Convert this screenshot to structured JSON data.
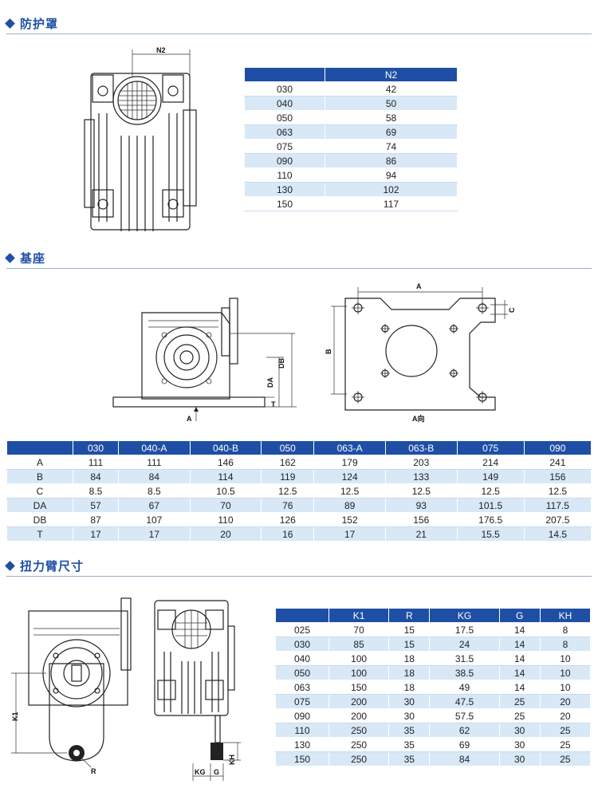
{
  "sections": {
    "guard": {
      "title": "防护罩"
    },
    "base": {
      "title": "基座"
    },
    "torque_arm": {
      "title": "扭力臂尺寸"
    }
  },
  "guard_drawing": {
    "dim_label": "N2"
  },
  "guard_table": {
    "header": [
      "",
      "N2"
    ],
    "rows": [
      [
        "030",
        "42"
      ],
      [
        "040",
        "50"
      ],
      [
        "050",
        "58"
      ],
      [
        "063",
        "69"
      ],
      [
        "075",
        "74"
      ],
      [
        "090",
        "86"
      ],
      [
        "110",
        "94"
      ],
      [
        "130",
        "102"
      ],
      [
        "150",
        "117"
      ]
    ]
  },
  "base_drawing": {
    "labels": {
      "A": "A",
      "B": "B",
      "C": "C",
      "DA": "DA",
      "DB": "DB",
      "T": "T",
      "arrow": "A",
      "view": "A向"
    }
  },
  "base_table": {
    "header": [
      "",
      "030",
      "040-A",
      "040-B",
      "050",
      "063-A",
      "063-B",
      "075",
      "090"
    ],
    "rows": [
      [
        "A",
        "111",
        "111",
        "146",
        "162",
        "179",
        "203",
        "214",
        "241"
      ],
      [
        "B",
        "84",
        "84",
        "114",
        "119",
        "124",
        "133",
        "149",
        "156"
      ],
      [
        "C",
        "8.5",
        "8.5",
        "10.5",
        "12.5",
        "12.5",
        "12.5",
        "12.5",
        "12.5"
      ],
      [
        "DA",
        "57",
        "67",
        "70",
        "76",
        "89",
        "93",
        "101.5",
        "117.5"
      ],
      [
        "DB",
        "87",
        "107",
        "110",
        "126",
        "152",
        "156",
        "176.5",
        "207.5"
      ],
      [
        "T",
        "17",
        "17",
        "20",
        "16",
        "17",
        "21",
        "15.5",
        "14.5"
      ]
    ]
  },
  "torque_drawing": {
    "labels": {
      "K1": "K1",
      "R": "R",
      "KG": "KG",
      "G": "G",
      "KH": "KH"
    }
  },
  "torque_table": {
    "header": [
      "",
      "K1",
      "R",
      "KG",
      "G",
      "KH"
    ],
    "rows": [
      [
        "025",
        "70",
        "15",
        "17.5",
        "14",
        "8"
      ],
      [
        "030",
        "85",
        "15",
        "24",
        "14",
        "8"
      ],
      [
        "040",
        "100",
        "18",
        "31.5",
        "14",
        "10"
      ],
      [
        "050",
        "100",
        "18",
        "38.5",
        "14",
        "10"
      ],
      [
        "063",
        "150",
        "18",
        "49",
        "14",
        "10"
      ],
      [
        "075",
        "200",
        "30",
        "47.5",
        "25",
        "20"
      ],
      [
        "090",
        "200",
        "30",
        "57.5",
        "25",
        "20"
      ],
      [
        "110",
        "250",
        "35",
        "62",
        "30",
        "25"
      ],
      [
        "130",
        "250",
        "35",
        "69",
        "30",
        "25"
      ],
      [
        "150",
        "250",
        "35",
        "84",
        "30",
        "25"
      ]
    ]
  },
  "colors": {
    "accent": "#1f4fa5",
    "row_stripe": "#d8e8f7",
    "rule": "#9bb0c8"
  }
}
